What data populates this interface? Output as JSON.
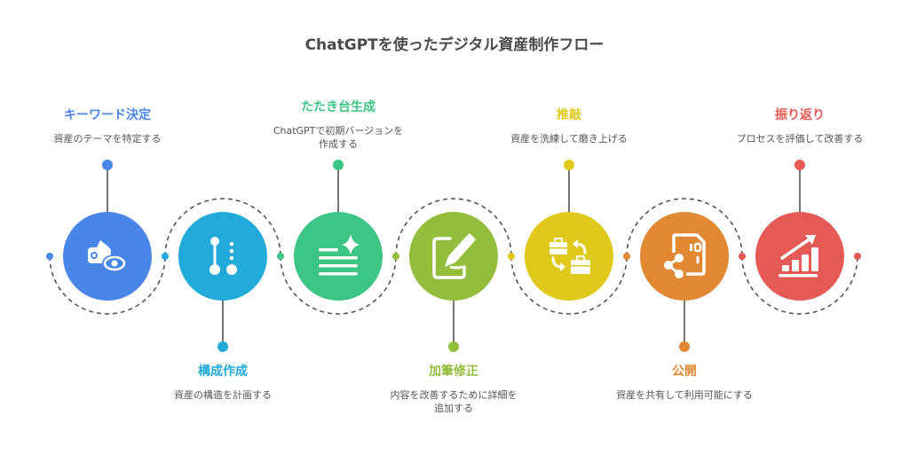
{
  "title": "ChatGPTを使ったデジタル資産制作フロー",
  "steps": [
    {
      "title": "キーワード決定",
      "description": "資産のテーマを特定する",
      "color": "#4a86e8",
      "icon": "wallet-eye-icon",
      "label_position": "top"
    },
    {
      "title": "構成作成",
      "description": "資産の構造を計画する",
      "color": "#22aadb",
      "icon": "structure-nodes-icon",
      "label_position": "bottom"
    },
    {
      "title": "たたき台生成",
      "description": "ChatGPTで初期バージョンを作成する",
      "color": "#3dc585",
      "icon": "text-sparkle-icon",
      "label_position": "top"
    },
    {
      "title": "加筆修正",
      "description": "内容を改善するために詳細を追加する",
      "color": "#93bd3a",
      "icon": "edit-pen-icon",
      "label_position": "bottom"
    },
    {
      "title": "推敲",
      "description": "資産を洗練して磨き上げる",
      "color": "#dfca1c",
      "icon": "toolbox-swap-icon",
      "label_position": "top"
    },
    {
      "title": "公開",
      "description": "資産を共有して利用可能にする",
      "color": "#e08832",
      "icon": "share-file-icon",
      "label_position": "bottom"
    },
    {
      "title": "振り返り",
      "description": "プロセスを評価して改善する",
      "color": "#e65a55",
      "icon": "growth-chart-icon",
      "label_position": "top"
    }
  ],
  "colors": {
    "title": "#4a4a4a",
    "description": "#555555",
    "connector": "#555555"
  }
}
